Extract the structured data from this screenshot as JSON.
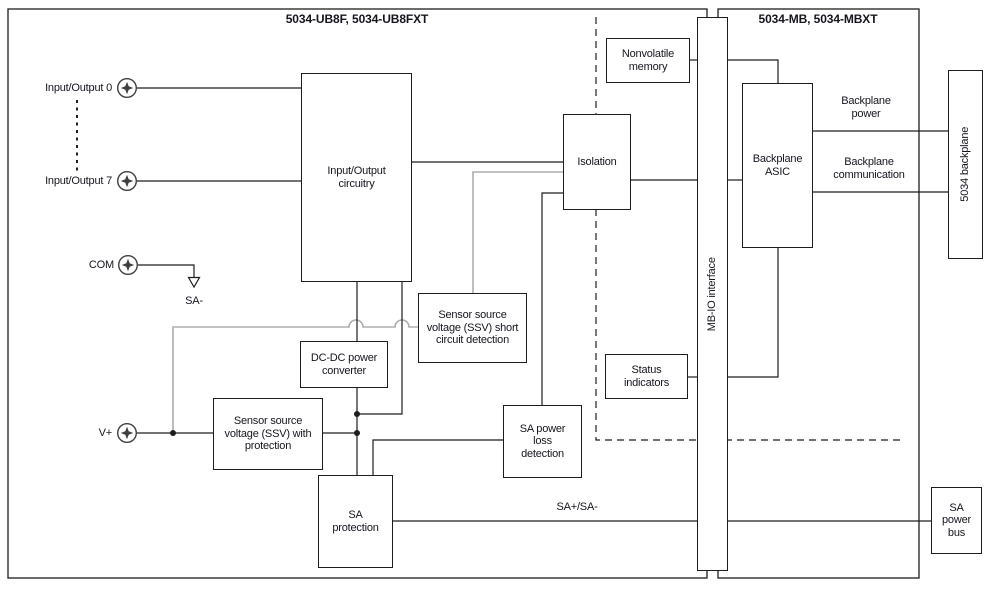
{
  "diagram": {
    "left_module_title": "5034-UB8F, 5034-UB8FXT",
    "right_module_title": "5034-MB, 5034-MBXT"
  },
  "terminals": {
    "io0": "Input/Output 0",
    "io7": "Input/Output 7",
    "com": "COM",
    "vplus": "V+"
  },
  "blocks": {
    "io_circuitry": "Input/Output\ncircuitry",
    "isolation": "Isolation",
    "nonvolatile_memory": "Nonvolatile\nmemory",
    "dcdc_converter": "DC-DC power\nconverter",
    "ssv_short_detect": "Sensor source\nvoltage (SSV) short\ncircuit detection",
    "ssv_protection": "Sensor source\nvoltage (SSV) with\nprotection",
    "sa_power_loss": "SA power\nloss\ndetection",
    "sa_protection": "SA\nprotection",
    "status_indicators": "Status\nindicators",
    "backplane_asic": "Backplane\nASIC",
    "mbio_interface": "MB-IO interface",
    "backplane_5034": "5034 backplane",
    "sa_power_bus": "SA\npower\nbus"
  },
  "wire_labels": {
    "sa_minus": "SA-",
    "sa_bus": "SA+/SA-",
    "backplane_power": "Backplane\npower",
    "backplane_communication": "Backplane\ncommunication"
  },
  "colors": {
    "wire": "#1d1d1d",
    "gray_wire": "#adadad",
    "text": "#15151e"
  }
}
